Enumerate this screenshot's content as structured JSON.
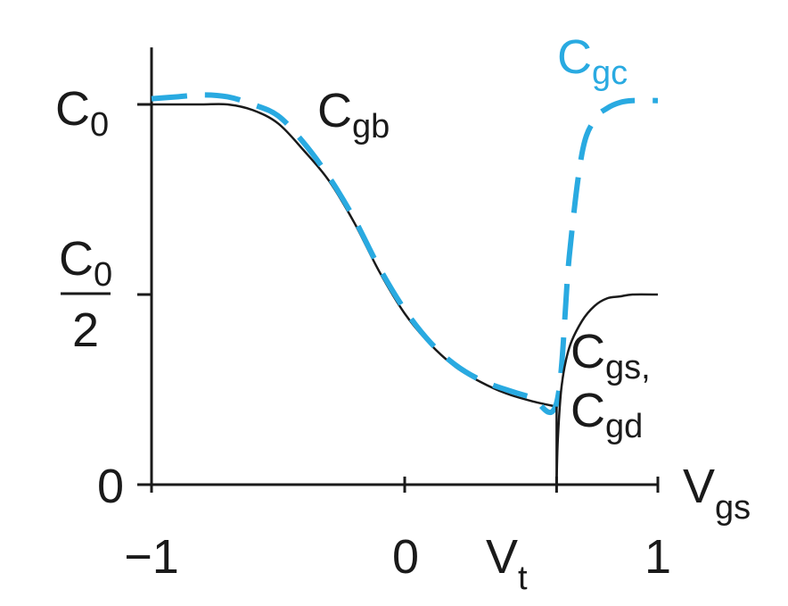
{
  "chart_data": {
    "type": "line",
    "xlabel": {
      "main": "V",
      "sub": "gs"
    },
    "x_ticks": [
      {
        "value": -1,
        "label": "−1"
      },
      {
        "value": 0,
        "label": "0"
      },
      {
        "value": 0.6,
        "label": "V",
        "sub": "t"
      },
      {
        "value": 1,
        "label": "1"
      }
    ],
    "y_ticks": [
      {
        "value": 0,
        "label": "0"
      },
      {
        "value": 0.5,
        "num": "C",
        "num_sub": "0",
        "den": "2"
      },
      {
        "value": 1,
        "label": "C",
        "sub": "0"
      }
    ],
    "xlim": [
      -1,
      1
    ],
    "ylim": [
      0,
      1.15
    ],
    "colors": {
      "black": "#1a1a1a",
      "blue": "#29aae1"
    },
    "series": [
      {
        "name": "C_gb",
        "label": {
          "main": "C",
          "sub": "gb"
        },
        "style": "solid",
        "color": "#1a1a1a",
        "x": [
          -1,
          -0.9,
          -0.8,
          -0.7,
          -0.6,
          -0.5,
          -0.4,
          -0.3,
          -0.2,
          -0.1,
          0,
          0.1,
          0.2,
          0.3,
          0.4,
          0.5,
          0.6
        ],
        "y": [
          1.0,
          1.0,
          1.0,
          1.0,
          0.985,
          0.95,
          0.88,
          0.8,
          0.69,
          0.56,
          0.45,
          0.37,
          0.31,
          0.27,
          0.24,
          0.22,
          0.205
        ]
      },
      {
        "name": "C_gc",
        "label": {
          "main": "C",
          "sub": "gc"
        },
        "style": "dashed",
        "color": "#29aae1",
        "x": [
          -1,
          -0.9,
          -0.8,
          -0.7,
          -0.6,
          -0.5,
          -0.4,
          -0.3,
          -0.2,
          -0.1,
          0,
          0.1,
          0.2,
          0.3,
          0.4,
          0.5,
          0.6,
          0.65,
          0.7,
          0.75,
          0.8,
          0.85,
          0.9,
          1
        ],
        "y": [
          1.015,
          1.02,
          1.025,
          1.02,
          1.0,
          0.97,
          0.9,
          0.81,
          0.7,
          0.57,
          0.46,
          0.375,
          0.315,
          0.275,
          0.25,
          0.23,
          0.215,
          0.6,
          0.87,
          0.96,
          0.99,
          1.005,
          1.01,
          1.01
        ]
      },
      {
        "name": "C_gs, C_gd",
        "label": {
          "main1": "C",
          "sub1": "gs,",
          "main2": "C",
          "sub2": "gd"
        },
        "style": "solid",
        "color": "#1a1a1a",
        "x": [
          0.6,
          0.605,
          0.62,
          0.65,
          0.7,
          0.75,
          0.8,
          0.85,
          0.9,
          1
        ],
        "y": [
          0.0,
          0.12,
          0.26,
          0.36,
          0.43,
          0.47,
          0.49,
          0.495,
          0.5,
          0.5
        ]
      }
    ]
  }
}
